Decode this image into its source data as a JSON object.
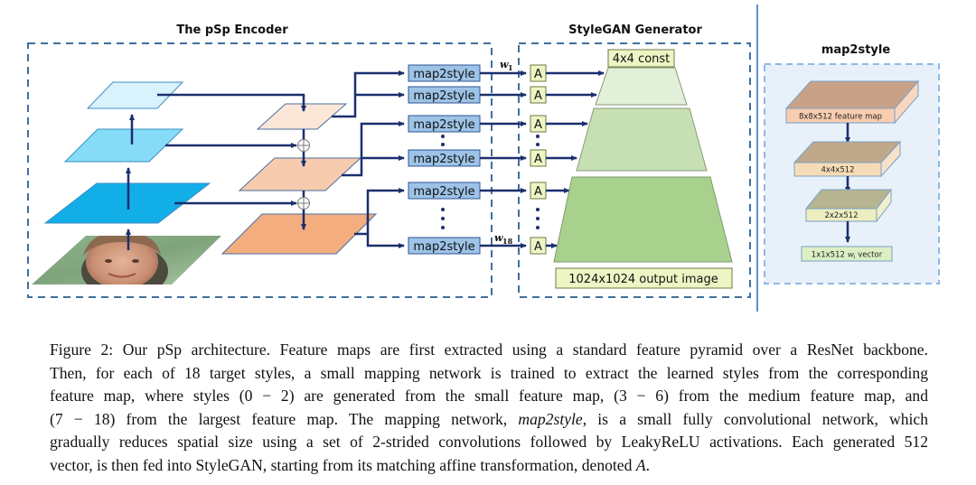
{
  "figure": {
    "encoder_title": "The pSp Encoder",
    "generator_title": "StyleGAN Generator",
    "map2style_title": "map2style",
    "map2style_label": "map2style",
    "affine_label": "A",
    "w_first": "w",
    "w_first_sub": "1",
    "w_last": "w",
    "w_last_sub": "18",
    "const_label": "4x4 const",
    "output_label": "1024x1024 output image",
    "map2style_stages": [
      {
        "label": "8x8x512 feature map"
      },
      {
        "label": "4x4x512"
      },
      {
        "label": "2x2x512"
      }
    ],
    "vector_label_prefix": "1x1x512 ",
    "vector_label_var": "w",
    "vector_label_sub": "i",
    "vector_label_suffix": " vector",
    "colors": {
      "arrow": "#1a2f6e",
      "dash_border": "#3f6f9e",
      "map2style_fill": "#9dc3e6",
      "affine_fill": "#eef5c5",
      "encoder_blue_light": "#d9f2fb",
      "encoder_blue_mid": "#86dcf6",
      "encoder_blue_dark": "#12aee8",
      "decoder_peach_light": "#fbe6d8",
      "decoder_peach_mid": "#f7ccae",
      "decoder_peach_dark": "#f3ad7e",
      "gen_green_light": "#e2efd9",
      "gen_green_mid": "#c6e0b4",
      "gen_green_dark": "#a9d18e",
      "m2s_panel_bg": "#e8f1fa"
    }
  },
  "caption": {
    "lines": [
      "Figure 2: Our pSp architecture. Feature maps are first extracted using a standard feature pyramid over a ResNet backbone.",
      "Then, for each of 18 target styles, a small mapping network is trained to extract the learned styles from the corresponding",
      "feature map, where styles (0 − 2) are generated from the small feature map, (3 − 6) from the medium feature map, and"
    ],
    "line4_a": "(7 − 18) from the largest feature map. The mapping network, ",
    "line4_em": "map2style",
    "line4_b": ", is a small fully convolutional network, which",
    "line5": "gradually reduces spatial size using a set of 2-strided convolutions followed by LeakyReLU activations. Each generated 512",
    "line6_a": "vector, is then fed into StyleGAN, starting from its matching affine transformation, denoted ",
    "line6_em": "A",
    "line6_b": "."
  }
}
